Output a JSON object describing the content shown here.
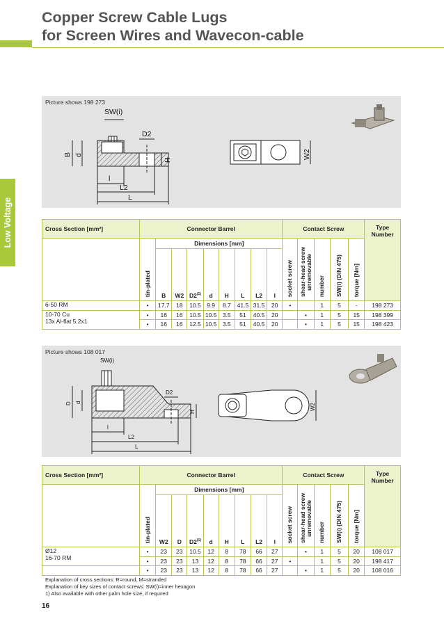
{
  "page": {
    "title_line1": "Copper Screw Cable Lugs",
    "title_line2": "for Screen Wires and Wavecon-cable",
    "side_tab": "Low Voltage",
    "page_number": "16",
    "accent_color": "#a9c93a",
    "table_border_color": "#b4c65a",
    "table_header_bg": "#ecf3cc",
    "panel_bg": "#e3e3e3"
  },
  "section1": {
    "caption": "Picture shows 198 273",
    "drawing_labels": {
      "swi": "SW(i)",
      "d2": "D2",
      "b": "B",
      "d": "d",
      "h": "H",
      "l_small": "l",
      "l2": "L2",
      "l": "L",
      "w2": "W2"
    },
    "table": {
      "h_cross": "Cross Section [mm²]",
      "h_barrel": "Connector Barrel",
      "h_contact": "Contact Screw",
      "h_type_1": "Type",
      "h_type_2": "Number",
      "h_dims": "Dimensions [mm]",
      "c_tin": "tin-plated",
      "c_b": "B",
      "c_w2": "W2",
      "c_d2": "D2",
      "c_d2_sup": "(1)",
      "c_d": "d",
      "c_h": "H",
      "c_l": "L",
      "c_l2": "L2",
      "c_lsmall": "l",
      "c_socket": "socket screw",
      "c_shear_1": "shear-head screw",
      "c_shear_2": "unremovable",
      "c_number": "number",
      "c_swi": "SW(i) (DIN 475)",
      "c_torque": "torque [Nm]",
      "rows": [
        {
          "cs": "6-50 RM",
          "tin": "•",
          "b": "17.7",
          "w2": "18",
          "d2": "10.5",
          "d": "9.9",
          "h": "8.7",
          "l": "41.5",
          "l2": "31.5",
          "ls": "20",
          "socket": "•",
          "shear": "",
          "number": "1",
          "swi": "5",
          "torque": "-",
          "type": "198 273"
        },
        {
          "cs": "10-70 Cu",
          "tin": "•",
          "b": "16",
          "w2": "16",
          "d2": "10.5",
          "d": "10.5",
          "h": "3.5",
          "l": "51",
          "l2": "40.5",
          "ls": "20",
          "socket": "",
          "shear": "•",
          "number": "1",
          "swi": "5",
          "torque": "15",
          "type": "198 399"
        },
        {
          "cs": "13x Al-flat 5.2x1",
          "tin": "•",
          "b": "16",
          "w2": "16",
          "d2": "12.5",
          "d": "10.5",
          "h": "3.5",
          "l": "51",
          "l2": "40.5",
          "ls": "20",
          "socket": "",
          "shear": "•",
          "number": "1",
          "swi": "5",
          "torque": "15",
          "type": "198 423"
        }
      ]
    }
  },
  "section2": {
    "caption": "Picture shows 108 017",
    "drawing_labels": {
      "swi": "SW(i)",
      "d2": "D2",
      "d_big": "D",
      "d": "d",
      "h": "H",
      "l_small": "l",
      "l2": "L2",
      "l": "L",
      "w2": "W2"
    },
    "table": {
      "h_cross": "Cross Section [mm²]",
      "h_barrel": "Connector Barrel",
      "h_contact": "Contact Screw",
      "h_type_1": "Type",
      "h_type_2": "Number",
      "h_dims": "Dimensions [mm]",
      "c_tin": "tin-plated",
      "c_w2": "W2",
      "c_dbig": "D",
      "c_d2": "D2",
      "c_d2_sup": "(1)",
      "c_d": "d",
      "c_h": "H",
      "c_l": "L",
      "c_l2": "L2",
      "c_lsmall": "l",
      "c_socket": "socket screw",
      "c_shear_1": "shear-head screw",
      "c_shear_2": "unremovable",
      "c_number": "number",
      "c_swi": "SW(i) (DIN 475)",
      "c_torque": "torque [Nm]",
      "rows": [
        {
          "cs": "Ø12",
          "tin": "•",
          "w2": "23",
          "dbig": "23",
          "d2": "10.5",
          "d": "12",
          "h": "8",
          "l": "78",
          "l2": "66",
          "ls": "27",
          "socket": "",
          "shear": "•",
          "number": "1",
          "swi": "5",
          "torque": "20",
          "type": "108 017"
        },
        {
          "cs": "16-70 RM",
          "tin": "•",
          "w2": "23",
          "dbig": "23",
          "d2": "13",
          "d": "12",
          "h": "8",
          "l": "78",
          "l2": "66",
          "ls": "27",
          "socket": "•",
          "shear": "",
          "number": "1",
          "swi": "5",
          "torque": "20",
          "type": "198 417"
        },
        {
          "cs": "",
          "tin": "•",
          "w2": "23",
          "dbig": "23",
          "d2": "13",
          "d": "12",
          "h": "8",
          "l": "78",
          "l2": "66",
          "ls": "27",
          "socket": "",
          "shear": "•",
          "number": "1",
          "swi": "5",
          "torque": "20",
          "type": "108 016"
        }
      ]
    }
  },
  "footnotes": {
    "line1": "Explanation of cross sections: R=round, M=stranded",
    "line2": "Explanation of key sizes of contact screws: SW(i)=inner hexagon",
    "line3": "1) Also available with other palm hole size, if required"
  }
}
